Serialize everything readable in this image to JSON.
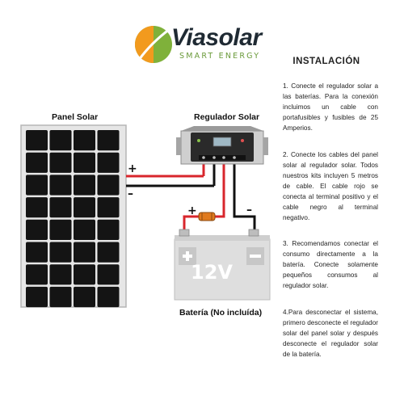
{
  "brand": {
    "name": "Viasolar",
    "tagline": "SMART ENERGY",
    "colors": {
      "orange": "#f29a1e",
      "green": "#7fb13a",
      "dark": "#1f2a33"
    }
  },
  "instructions": {
    "title": "INSTALACIÓN",
    "steps": [
      "1. Conecte el regulador solar a las baterías. Para la conexión incluimos un cable con portafusibles y fusibles de 25 Amperios.",
      "2. Conecte los cables del panel solar al regulador solar. Todos nuestros kits incluyen 5 metros de cable. El cable rojo se conecta al terminal positivo y el cable negro al terminal negativo.",
      "3. Recomendamos conectar el consumo directamente a la batería. Conecte solamente pequeños consumos al regulador solar.",
      "4.Para desconectar el sistema, primero desconecte el regulador solar del panel solar y después desconecte el regulador solar de la batería."
    ]
  },
  "diagram": {
    "panel_label": "Panel Solar",
    "regulator_label": "Regulador Solar",
    "battery_label": "Batería (No incluída)",
    "battery_voltage": "12V",
    "plus": "+",
    "minus": "–",
    "wire_colors": {
      "positive": "#d8262c",
      "negative": "#111111"
    }
  }
}
